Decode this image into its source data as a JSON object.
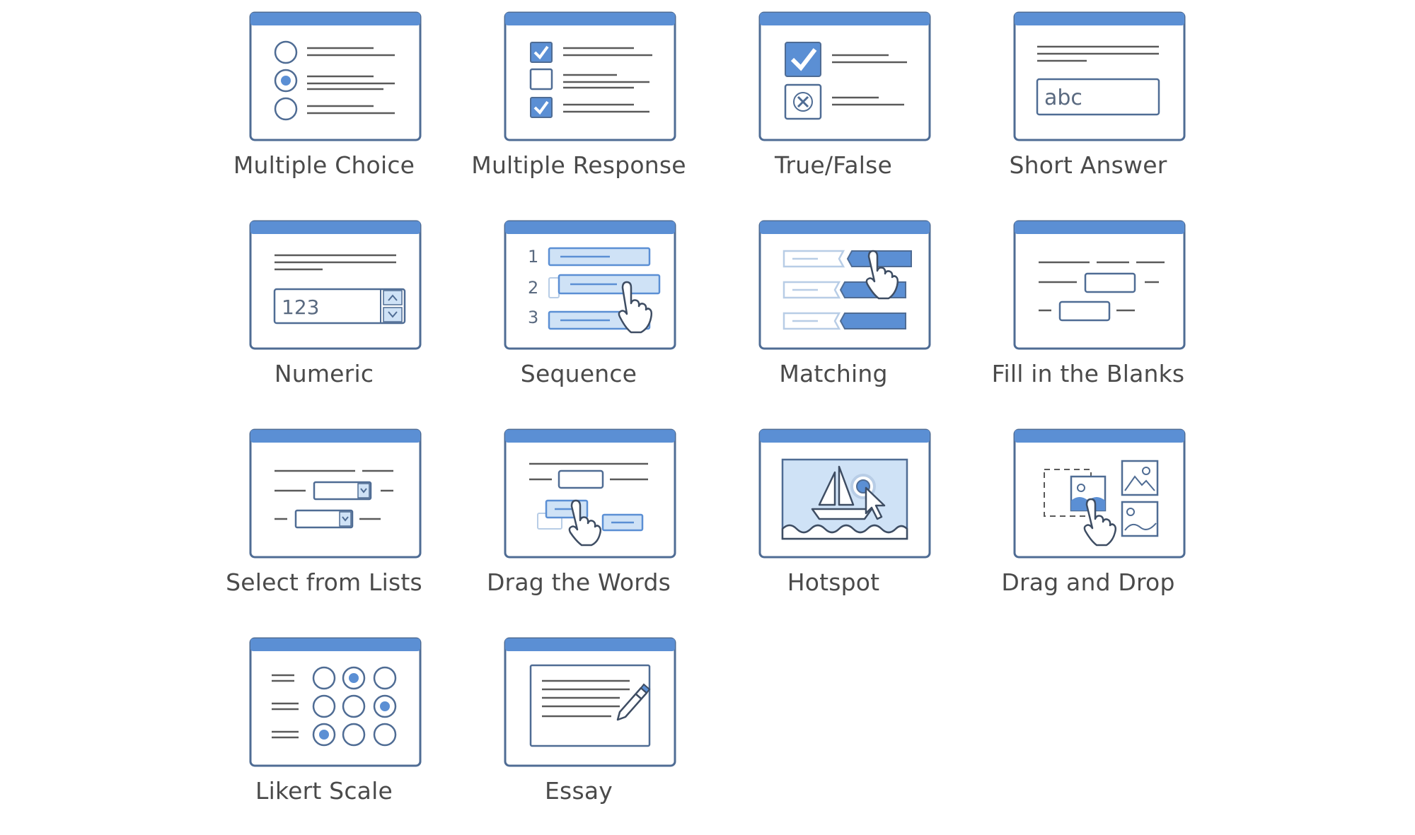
{
  "question_types": [
    {
      "id": "multiple-choice",
      "label": "Multiple Choice",
      "icon": "multiple-choice-icon"
    },
    {
      "id": "multiple-response",
      "label": "Multiple Response",
      "icon": "multiple-response-icon"
    },
    {
      "id": "true-false",
      "label": "True/False",
      "icon": "true-false-icon"
    },
    {
      "id": "short-answer",
      "label": "Short Answer",
      "icon": "short-answer-icon",
      "sample_text": "abc"
    },
    {
      "id": "numeric",
      "label": "Numeric",
      "icon": "numeric-icon",
      "sample_text": "123"
    },
    {
      "id": "sequence",
      "label": "Sequence",
      "icon": "sequence-icon",
      "numbers": [
        "1",
        "2",
        "3"
      ]
    },
    {
      "id": "matching",
      "label": "Matching",
      "icon": "matching-icon"
    },
    {
      "id": "fill-in-the-blanks",
      "label": "Fill in the Blanks",
      "icon": "fill-in-the-blanks-icon"
    },
    {
      "id": "select-from-lists",
      "label": "Select from Lists",
      "icon": "select-from-lists-icon"
    },
    {
      "id": "drag-the-words",
      "label": "Drag the Words",
      "icon": "drag-the-words-icon"
    },
    {
      "id": "hotspot",
      "label": "Hotspot",
      "icon": "hotspot-icon"
    },
    {
      "id": "drag-and-drop",
      "label": "Drag and Drop",
      "icon": "drag-and-drop-icon"
    },
    {
      "id": "likert-scale",
      "label": "Likert Scale",
      "icon": "likert-scale-icon"
    },
    {
      "id": "essay",
      "label": "Essay",
      "icon": "essay-icon"
    }
  ],
  "colors": {
    "accent": "#5b8fd4",
    "accent_light": "#cfe2f6",
    "outline": "#4f6c94",
    "line": "#5a5a5a",
    "label": "#4a4a4a"
  }
}
